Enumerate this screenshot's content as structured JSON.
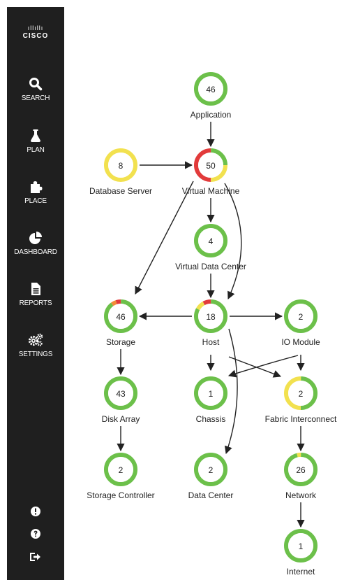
{
  "sidebar": {
    "logo_bars": "ıllıllı",
    "logo_text": "CISCO",
    "items": [
      {
        "label": "SEARCH",
        "icon": "search-icon"
      },
      {
        "label": "PLAN",
        "icon": "flask-icon"
      },
      {
        "label": "PLACE",
        "icon": "puzzle-icon"
      },
      {
        "label": "DASHBOARD",
        "icon": "pie-chart-icon"
      },
      {
        "label": "REPORTS",
        "icon": "document-icon"
      },
      {
        "label": "SETTINGS",
        "icon": "gears-icon"
      }
    ],
    "bottom_icons": [
      "alert-icon",
      "help-icon",
      "logout-icon"
    ]
  },
  "colors": {
    "ok": "#6cc04a",
    "warning": "#f2e14f",
    "critical": "#e23b3b",
    "minor": "#f28c38",
    "sidebar_bg": "#1f1f1f",
    "edge": "#222222"
  },
  "nodes": [
    {
      "id": "application",
      "label": "Application",
      "count": "46",
      "status": [
        {
          "color": "ok",
          "frac": 1
        }
      ]
    },
    {
      "id": "database-server",
      "label": "Database Server",
      "count": "8",
      "status": [
        {
          "color": "warning",
          "frac": 1
        }
      ]
    },
    {
      "id": "virtual-machine",
      "label": "Virtual Machine",
      "count": "50",
      "status": [
        {
          "color": "ok",
          "frac": 0.25
        },
        {
          "color": "warning",
          "frac": 0.25
        },
        {
          "color": "critical",
          "frac": 0.5
        }
      ]
    },
    {
      "id": "virtual-data-center",
      "label": "Virtual Data Center",
      "count": "4",
      "status": [
        {
          "color": "ok",
          "frac": 1
        }
      ]
    },
    {
      "id": "storage",
      "label": "Storage",
      "count": "46",
      "status": [
        {
          "color": "ok",
          "frac": 0.9
        },
        {
          "color": "minor",
          "frac": 0.05
        },
        {
          "color": "critical",
          "frac": 0.05
        }
      ]
    },
    {
      "id": "host",
      "label": "Host",
      "count": "18",
      "status": [
        {
          "color": "ok",
          "frac": 0.83
        },
        {
          "color": "warning",
          "frac": 0.09
        },
        {
          "color": "critical",
          "frac": 0.08
        }
      ]
    },
    {
      "id": "io-module",
      "label": "IO Module",
      "count": "2",
      "status": [
        {
          "color": "ok",
          "frac": 1
        }
      ]
    },
    {
      "id": "disk-array",
      "label": "Disk Array",
      "count": "43",
      "status": [
        {
          "color": "ok",
          "frac": 1
        }
      ]
    },
    {
      "id": "chassis",
      "label": "Chassis",
      "count": "1",
      "status": [
        {
          "color": "ok",
          "frac": 1
        }
      ]
    },
    {
      "id": "fabric-interconnect",
      "label": "Fabric Interconnect",
      "count": "2",
      "status": [
        {
          "color": "ok",
          "frac": 0.5
        },
        {
          "color": "warning",
          "frac": 0.5
        }
      ]
    },
    {
      "id": "storage-controller",
      "label": "Storage Controller",
      "count": "2",
      "status": [
        {
          "color": "ok",
          "frac": 1
        }
      ]
    },
    {
      "id": "data-center",
      "label": "Data Center",
      "count": "2",
      "status": [
        {
          "color": "ok",
          "frac": 1
        }
      ]
    },
    {
      "id": "network",
      "label": "Network",
      "count": "26",
      "status": [
        {
          "color": "ok",
          "frac": 0.96
        },
        {
          "color": "warning",
          "frac": 0.04
        }
      ]
    },
    {
      "id": "internet",
      "label": "Internet",
      "count": "1",
      "status": [
        {
          "color": "ok",
          "frac": 1
        }
      ]
    }
  ],
  "edges": [
    [
      "application",
      "virtual-machine"
    ],
    [
      "database-server",
      "virtual-machine"
    ],
    [
      "virtual-machine",
      "virtual-data-center"
    ],
    [
      "virtual-machine",
      "storage"
    ],
    [
      "virtual-machine",
      "host"
    ],
    [
      "virtual-data-center",
      "host"
    ],
    [
      "host",
      "storage"
    ],
    [
      "host",
      "io-module"
    ],
    [
      "host",
      "chassis"
    ],
    [
      "host",
      "fabric-interconnect"
    ],
    [
      "host",
      "data-center"
    ],
    [
      "io-module",
      "chassis"
    ],
    [
      "io-module",
      "fabric-interconnect"
    ],
    [
      "storage",
      "disk-array"
    ],
    [
      "disk-array",
      "storage-controller"
    ],
    [
      "fabric-interconnect",
      "network"
    ],
    [
      "network",
      "internet"
    ]
  ]
}
